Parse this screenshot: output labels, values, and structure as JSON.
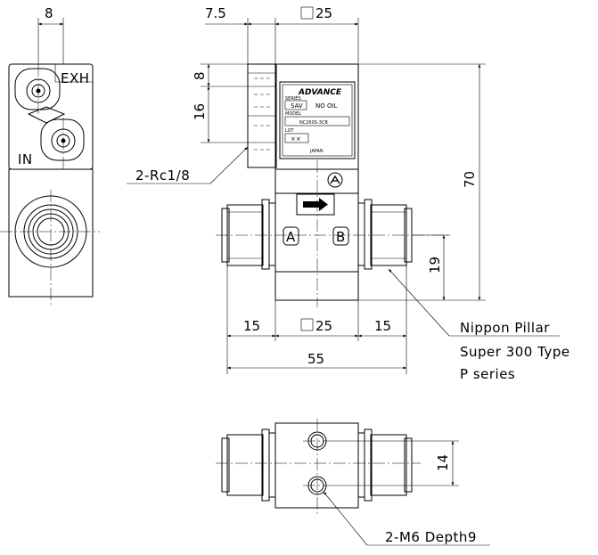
{
  "dimensions": {
    "width_8": "8",
    "offset_7_5": "7.5",
    "square_25_top": "25",
    "height_8": "8",
    "height_16": "16",
    "height_70": "70",
    "height_19": "19",
    "left_15": "15",
    "square_25_mid": "25",
    "right_15": "15",
    "total_55": "55",
    "hole_pitch_14": "14"
  },
  "callouts": {
    "port_thread": "2-Rc1/8",
    "fitting_line1": "Nippon Pillar",
    "fitting_line2": "Super 300 Type",
    "fitting_line3": "P series",
    "mount_holes": "2-M6 Depth9"
  },
  "side_view": {
    "exh_label": "EXH",
    "in_label": "IN"
  },
  "ports": {
    "port_a": "A",
    "port_b": "B"
  },
  "nameplate": {
    "brand": "ADVANCE",
    "series_caption": "SERIES",
    "series_value": "SAV",
    "oil_note": "NO OIL",
    "model_caption": "MODEL",
    "model_value": "NC260S-3CB",
    "lot_caption": "LOT",
    "lot_value": "××",
    "origin": "JAPAN"
  }
}
